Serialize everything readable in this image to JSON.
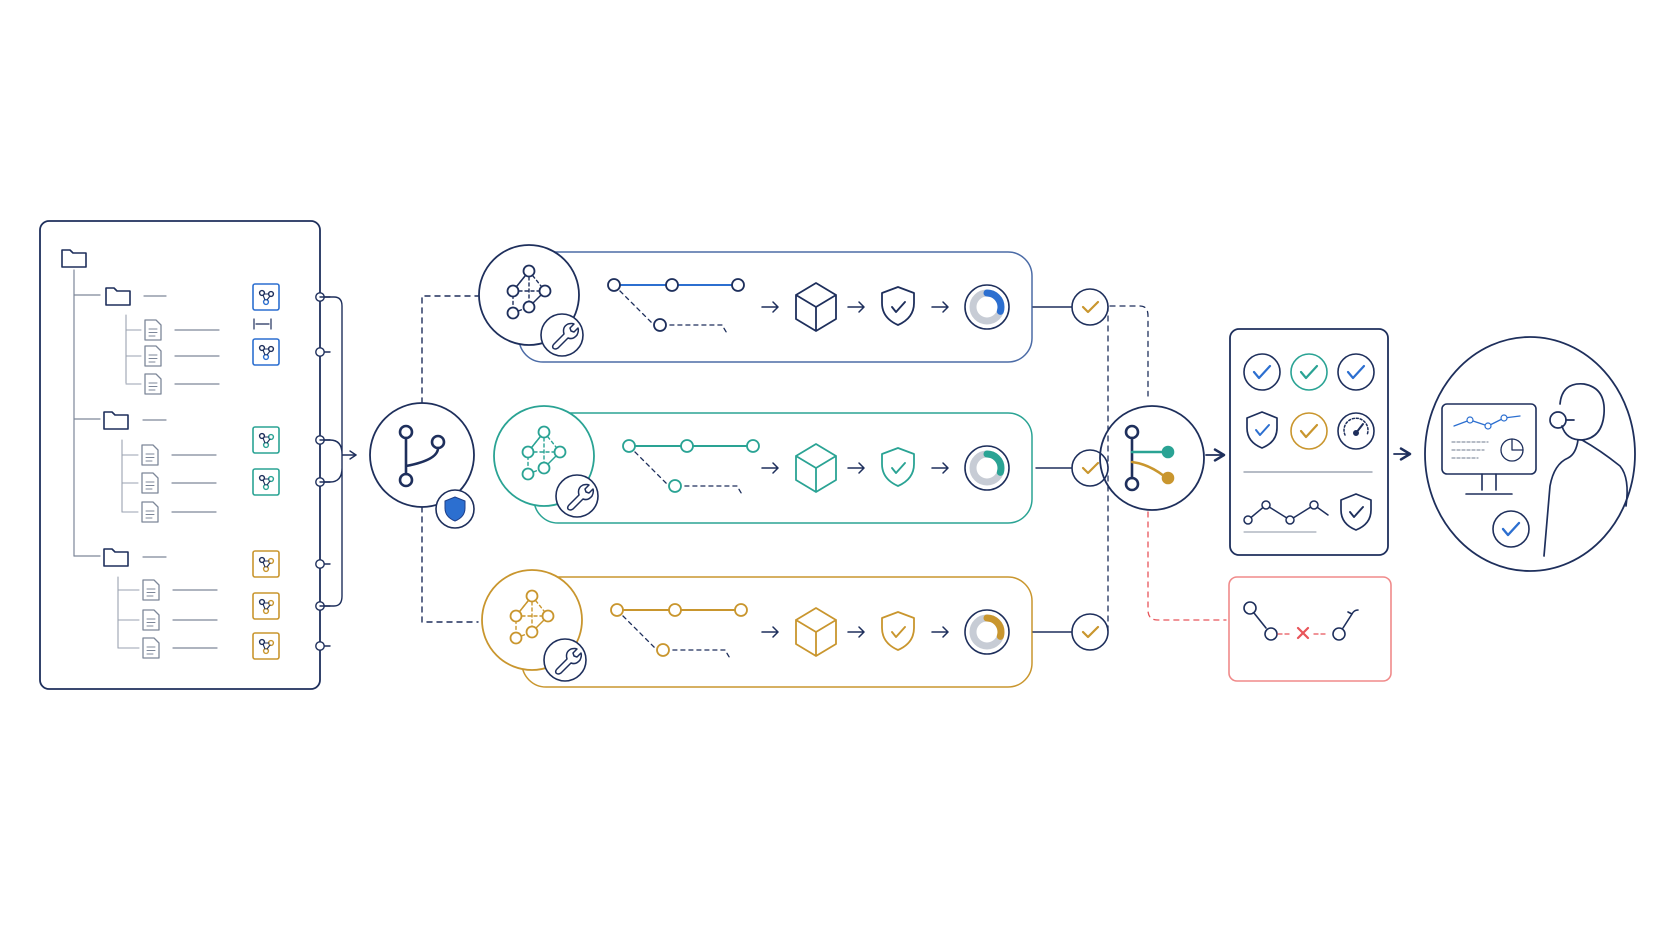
{
  "colors": {
    "navy": "#1e2f5c",
    "blue": "#2c6fd0",
    "teal": "#2aa394",
    "gold": "#c9962e",
    "gray": "#8a93a3",
    "red": "#e8555a",
    "light_red": "#f08a8a"
  },
  "icons": {
    "repo_panel": [
      "folder-icon",
      "file-icon",
      "service-node-icon"
    ],
    "pipeline": [
      "network-graph-icon",
      "wrench-icon",
      "branch-timeline-icon",
      "package-cube-icon",
      "shield-check-icon",
      "progress-ring-icon",
      "check-icon"
    ],
    "merge": [
      "git-branch-icon",
      "shield-icon",
      "merge-branch-icon"
    ],
    "results": [
      "check-icon",
      "shield-check-icon",
      "gauge-icon",
      "trend-line-icon",
      "broken-link-icon"
    ],
    "monitor": [
      "person-icon",
      "monitor-chart-icon",
      "check-icon"
    ]
  },
  "repo": {
    "groups": [
      {
        "color": "blue",
        "files": 3,
        "service_nodes": 2
      },
      {
        "color": "teal",
        "files": 3,
        "service_nodes": 2
      },
      {
        "color": "gold",
        "files": 3,
        "service_nodes": 3
      }
    ]
  },
  "pipelines": [
    {
      "color": "blue",
      "progress": 0.3,
      "status": "passed"
    },
    {
      "color": "teal",
      "progress": 0.3,
      "status": "passed"
    },
    {
      "color": "gold",
      "progress": 0.3,
      "status": "passed"
    }
  ],
  "results_grid": {
    "checks": [
      "blue",
      "teal",
      "blue"
    ],
    "row2": [
      "blue-shield",
      "gold-check",
      "gauge"
    ]
  },
  "failure": {
    "status": "failed"
  }
}
